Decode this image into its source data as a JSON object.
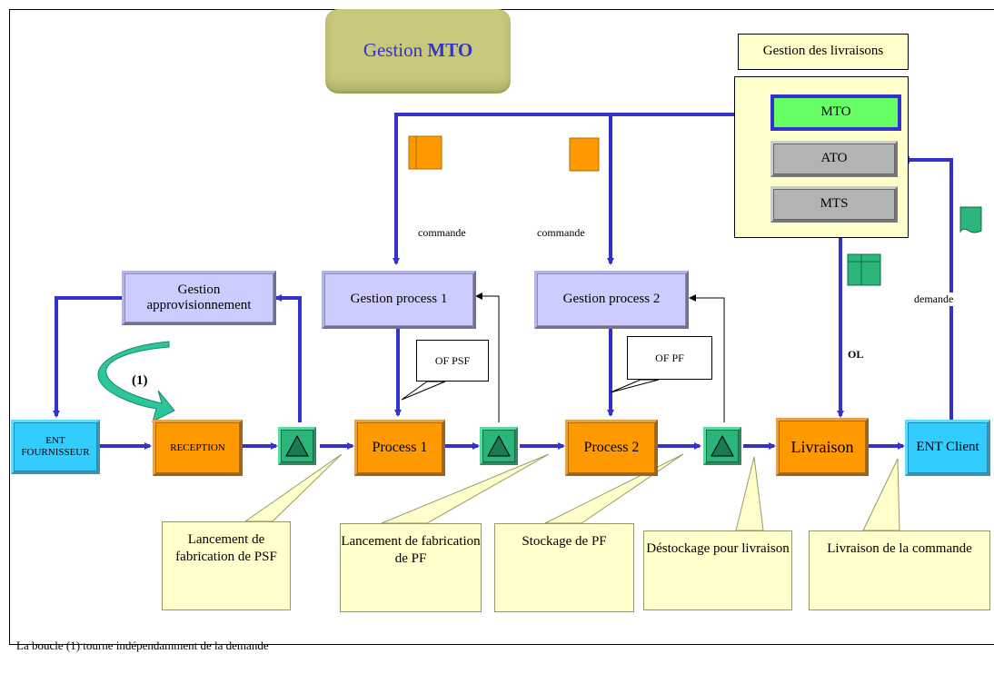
{
  "title": {
    "prefix": "Gestion ",
    "bold": "MTO"
  },
  "delivery_mgmt": {
    "title": "Gestion des livraisons",
    "modes": [
      "MTO",
      "ATO",
      "MTS"
    ]
  },
  "flow_boxes": {
    "supplier": "ENT FOURNISSEUR",
    "reception": "RECEPTION",
    "process1": "Process 1",
    "process2": "Process 2",
    "delivery": "Livraison",
    "client": "ENT Client"
  },
  "management_boxes": {
    "procurement": "Gestion approvisionnement",
    "process1": "Gestion process 1",
    "process2": "Gestion process 2"
  },
  "edge_labels": {
    "order1": "commande",
    "order2": "commande",
    "request": "demande",
    "ol": "OL",
    "loop": "(1)"
  },
  "bubbles": {
    "of_psf": "OF PSF",
    "of_pf": "OF PF"
  },
  "callouts": [
    "Lancement de fabrication de PSF",
    "Lancement de fabrication de PF",
    "Stockage de PF",
    "Déstockage pour livraison",
    "Livraison de la commande"
  ],
  "footnote": "La boucle (1) tourne indépendamment de la demande",
  "colors": {
    "flow_arrow": "#3333cc",
    "management_box": "#ccccff",
    "process_box": "#ff9900",
    "entity_box": "#33ccff",
    "stock": "#2bb57a",
    "callout": "#ffffcc",
    "title_button": "#c8c87a"
  }
}
